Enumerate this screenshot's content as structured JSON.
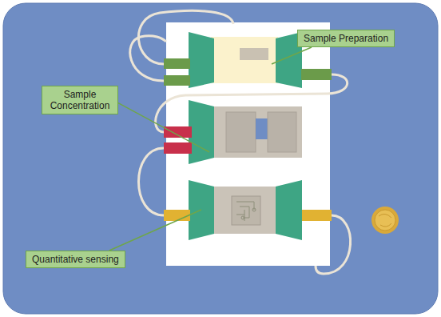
{
  "diagram": {
    "nodes": [
      {
        "text": [
          "Sample Preparation"
        ]
      },
      {
        "text": [
          "Sample Concentration"
        ]
      },
      {
        "text": [
          "Quantitative sensing"
        ]
      }
    ]
  }
}
